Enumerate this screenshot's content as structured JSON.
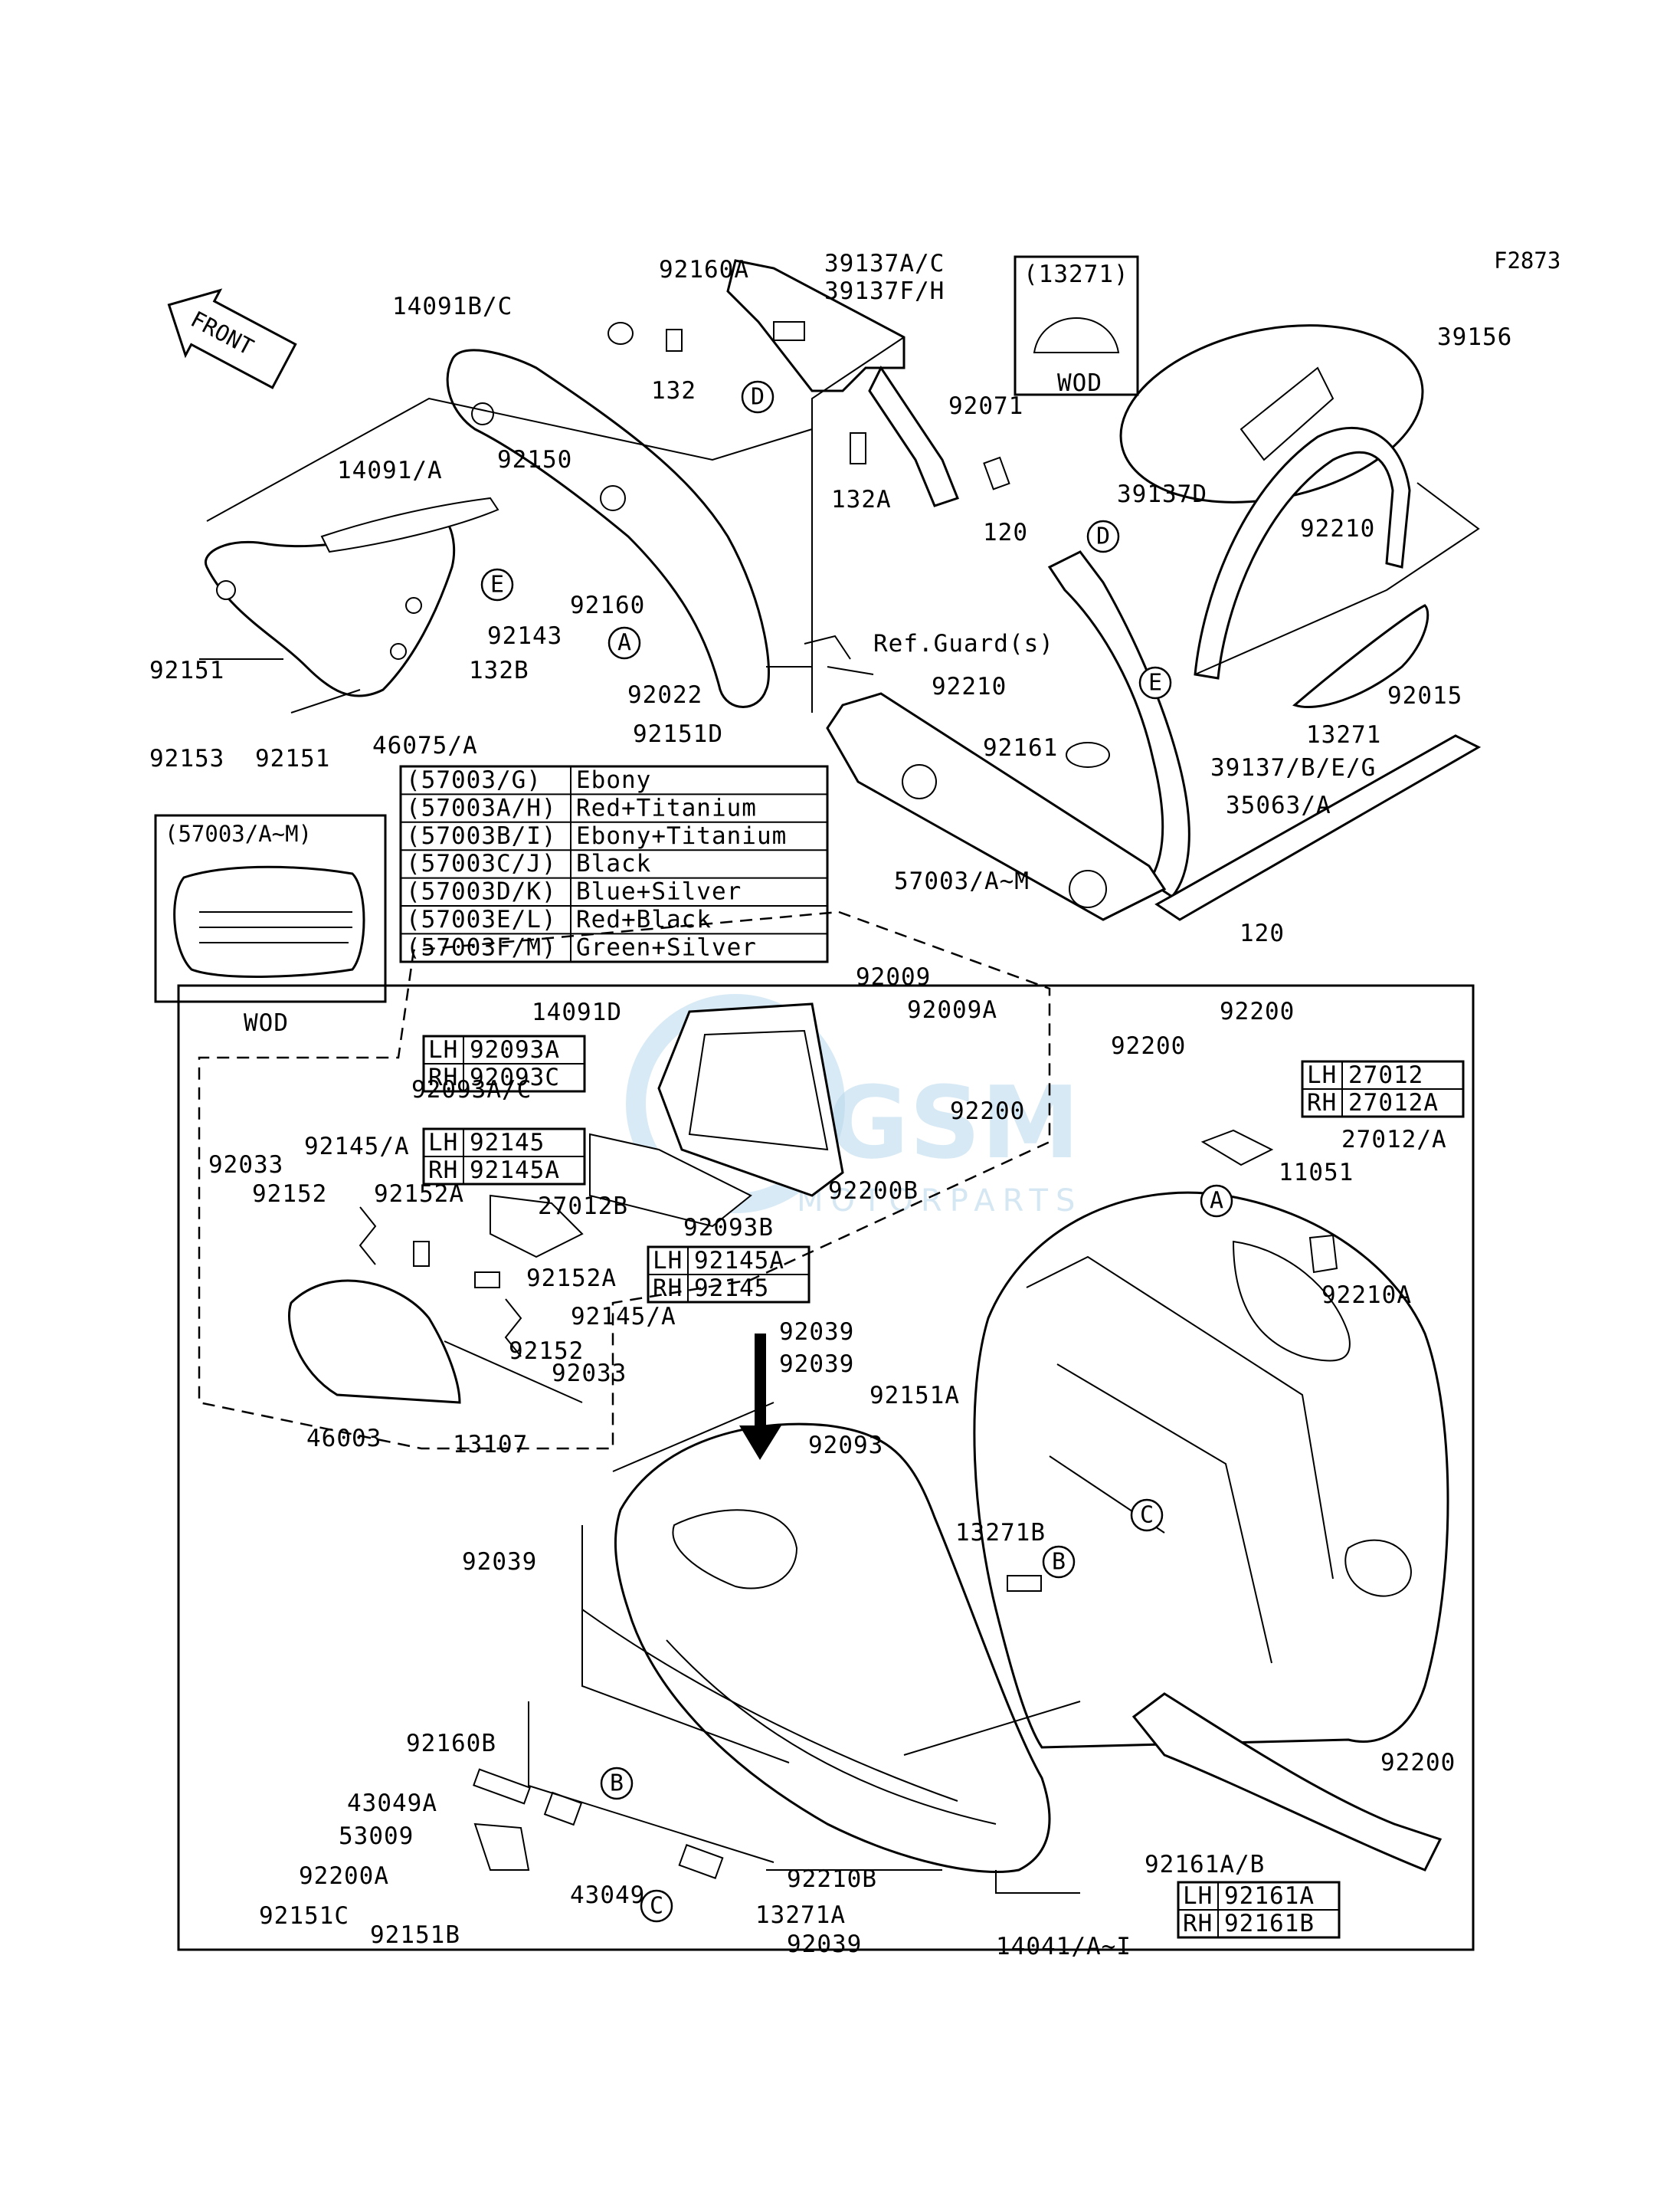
{
  "figure_code": "F2873",
  "front_label": "FRONT",
  "watermark": {
    "brand": "GSM",
    "sub": "MOTORPARTS"
  },
  "parts": [
    {
      "id": "p1",
      "text": "14091B/C"
    },
    {
      "id": "p2",
      "text": "92160A"
    },
    {
      "id": "p3",
      "text": "39137A/C"
    },
    {
      "id": "p4",
      "text": "39137F/H"
    },
    {
      "id": "p5",
      "text": "(13271)"
    },
    {
      "id": "p6",
      "text": "WOD"
    },
    {
      "id": "p7",
      "text": "39156"
    },
    {
      "id": "p8",
      "text": "132"
    },
    {
      "id": "p9",
      "text": "92071"
    },
    {
      "id": "p10",
      "text": "132A"
    },
    {
      "id": "p11",
      "text": "14091/A"
    },
    {
      "id": "p12",
      "text": "92150"
    },
    {
      "id": "p13",
      "text": "39137D"
    },
    {
      "id": "p14",
      "text": "120"
    },
    {
      "id": "p15",
      "text": "92210"
    },
    {
      "id": "p16",
      "text": "92160"
    },
    {
      "id": "p17",
      "text": "92143"
    },
    {
      "id": "p18",
      "text": "Ref.Guard(s)"
    },
    {
      "id": "p19",
      "text": "92022"
    },
    {
      "id": "p20",
      "text": "92151"
    },
    {
      "id": "p21",
      "text": "132B"
    },
    {
      "id": "p22",
      "text": "92210"
    },
    {
      "id": "p23",
      "text": "92015"
    },
    {
      "id": "p24",
      "text": "46075/A"
    },
    {
      "id": "p25",
      "text": "92151D"
    },
    {
      "id": "p26",
      "text": "13271"
    },
    {
      "id": "p27",
      "text": "92153"
    },
    {
      "id": "p28",
      "text": "92151"
    },
    {
      "id": "p29",
      "text": "92161"
    },
    {
      "id": "p30",
      "text": "39137/B/E/G"
    },
    {
      "id": "p31",
      "text": "35063/A"
    },
    {
      "id": "p32",
      "text": "(57003/A~M)"
    },
    {
      "id": "p33",
      "text": "57003/A~M"
    },
    {
      "id": "p34",
      "text": "120"
    },
    {
      "id": "p35",
      "text": "WOD"
    },
    {
      "id": "p36",
      "text": "92009"
    },
    {
      "id": "p37",
      "text": "14091D"
    },
    {
      "id": "p38",
      "text": "92009A"
    },
    {
      "id": "p39",
      "text": "92200"
    },
    {
      "id": "p40",
      "text": "92200"
    },
    {
      "id": "p41",
      "text": "92093A/C"
    },
    {
      "id": "p42",
      "text": "92200"
    },
    {
      "id": "p43",
      "text": "27012/A"
    },
    {
      "id": "p44",
      "text": "92145/A"
    },
    {
      "id": "p45",
      "text": "92033"
    },
    {
      "id": "p46",
      "text": "92200B"
    },
    {
      "id": "p47",
      "text": "11051"
    },
    {
      "id": "p48",
      "text": "92152"
    },
    {
      "id": "p49",
      "text": "92152A"
    },
    {
      "id": "p50",
      "text": "27012B"
    },
    {
      "id": "p51",
      "text": "92093B"
    },
    {
      "id": "p52",
      "text": "92210A"
    },
    {
      "id": "p53",
      "text": "92152A"
    },
    {
      "id": "p54",
      "text": "92145/A"
    },
    {
      "id": "p55",
      "text": "92039"
    },
    {
      "id": "p56",
      "text": "92152"
    },
    {
      "id": "p57",
      "text": "92033"
    },
    {
      "id": "p58",
      "text": "92039"
    },
    {
      "id": "p59",
      "text": "92151A"
    },
    {
      "id": "p60",
      "text": "46003"
    },
    {
      "id": "p61",
      "text": "13107"
    },
    {
      "id": "p62",
      "text": "92093"
    },
    {
      "id": "p63",
      "text": "13271B"
    },
    {
      "id": "p64",
      "text": "92039"
    },
    {
      "id": "p65",
      "text": "92160B"
    },
    {
      "id": "p66",
      "text": "92200"
    },
    {
      "id": "p67",
      "text": "43049A"
    },
    {
      "id": "p68",
      "text": "53009"
    },
    {
      "id": "p69",
      "text": "92161A/B"
    },
    {
      "id": "p70",
      "text": "92200A"
    },
    {
      "id": "p71",
      "text": "43049"
    },
    {
      "id": "p72",
      "text": "92210B"
    },
    {
      "id": "p73",
      "text": "92151C"
    },
    {
      "id": "p74",
      "text": "13271A"
    },
    {
      "id": "p75",
      "text": "92151B"
    },
    {
      "id": "p76",
      "text": "92039"
    },
    {
      "id": "p77",
      "text": "14041/A~I"
    }
  ],
  "color_table": [
    {
      "code": "(57003/G)",
      "color": "Ebony"
    },
    {
      "code": "(57003A/H)",
      "color": "Red+Titanium"
    },
    {
      "code": "(57003B/I)",
      "color": "Ebony+Titanium"
    },
    {
      "code": "(57003C/J)",
      "color": "Black"
    },
    {
      "code": "(57003D/K)",
      "color": "Blue+Silver"
    },
    {
      "code": "(57003E/L)",
      "color": "Red+Black"
    },
    {
      "code": "(57003F/M)",
      "color": "Green+Silver"
    }
  ],
  "side_tables": {
    "t92093": [
      {
        "side": "LH",
        "part": "92093A"
      },
      {
        "side": "RH",
        "part": "92093C"
      }
    ],
    "t92145": [
      {
        "side": "LH",
        "part": "92145"
      },
      {
        "side": "RH",
        "part": "92145A"
      }
    ],
    "t92145b": [
      {
        "side": "LH",
        "part": "92145A"
      },
      {
        "side": "RH",
        "part": "92145"
      }
    ],
    "t27012": [
      {
        "side": "LH",
        "part": "27012"
      },
      {
        "side": "RH",
        "part": "27012A"
      }
    ],
    "t92161": [
      {
        "side": "LH",
        "part": "92161A"
      },
      {
        "side": "RH",
        "part": "92161B"
      }
    ]
  },
  "callouts": {
    "A": "A",
    "B": "B",
    "C": "C",
    "D": "D",
    "E": "E"
  }
}
